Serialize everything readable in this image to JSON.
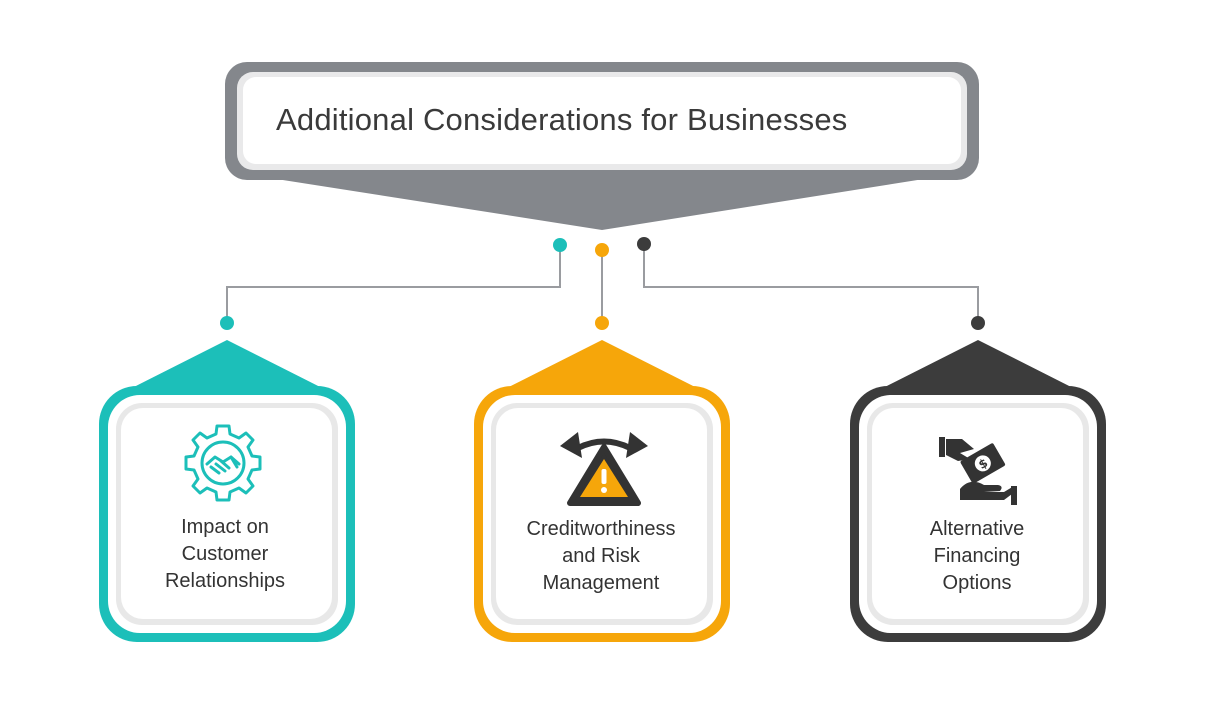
{
  "title": "Additional Considerations for Businesses",
  "colors": {
    "teal": "#1cbfb9",
    "orange": "#f6a60a",
    "dark": "#3c3c3c",
    "grey": "#84878c",
    "connector": "#9a9ca0"
  },
  "cards": [
    {
      "color": "teal",
      "icon": "gear-handshake-icon",
      "lines": [
        "Impact on",
        "Customer",
        "Relationships"
      ]
    },
    {
      "color": "orange",
      "icon": "warning-arrows-icon",
      "lines": [
        "Creditworthiness",
        "and Risk",
        "Management"
      ]
    },
    {
      "color": "dark",
      "icon": "money-hand-icon",
      "lines": [
        "Alternative",
        "Financing",
        "Options"
      ]
    }
  ]
}
